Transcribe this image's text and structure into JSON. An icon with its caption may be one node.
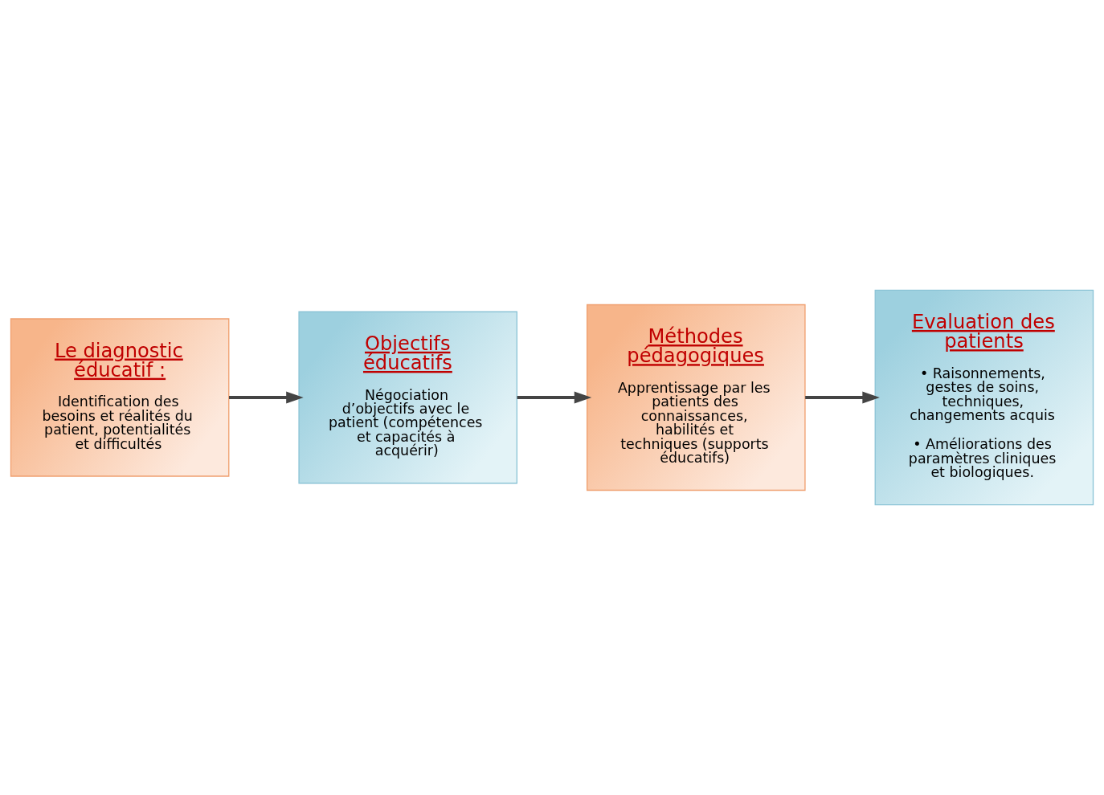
{
  "diagram": {
    "nodes": [
      {
        "text": [
          "Le diagnostic éducatif :",
          "Identification des besoins et réalités du patient, potentialités et difficultés"
        ]
      },
      {
        "text": [
          "Objectifs éducatifs",
          "Négociation d’objectifs avec le patient (compétences et capacités à acquérir)"
        ]
      },
      {
        "text": [
          "Méthodes pédagogiques",
          "Apprentissage par les patients des connaissances, habilités et techniques (supports éducatifs)"
        ]
      },
      {
        "text": [
          "Evaluation des patients",
          "• Raisonnements, gestes de soins, techniques, changements acquis",
          "• Améliorations des paramètres cliniques et biologiques."
        ]
      }
    ],
    "edges": [
      {
        "from": 0,
        "to": 1,
        "arrow": "to"
      },
      {
        "from": 1,
        "to": 2,
        "arrow": "to"
      },
      {
        "from": 2,
        "to": 3,
        "arrow": "to"
      }
    ]
  }
}
